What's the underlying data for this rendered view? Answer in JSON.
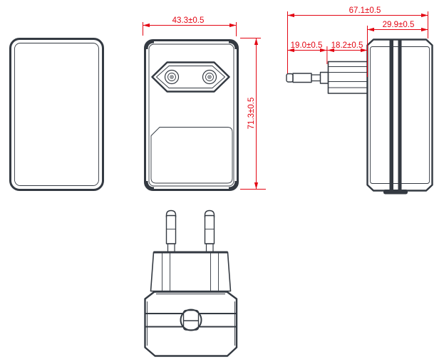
{
  "dimensions": {
    "rear_width": "43.3±0.5",
    "rear_height": "71.3±0.5",
    "overall_depth": "67.1±0.5",
    "body_depth": "29.9±0.5",
    "pin_length": "19.0±0.5",
    "plug_base_depth": "18.2±0.5"
  },
  "colors": {
    "dimension": "#e30613",
    "outline": "#343a42",
    "background": "#ffffff"
  }
}
